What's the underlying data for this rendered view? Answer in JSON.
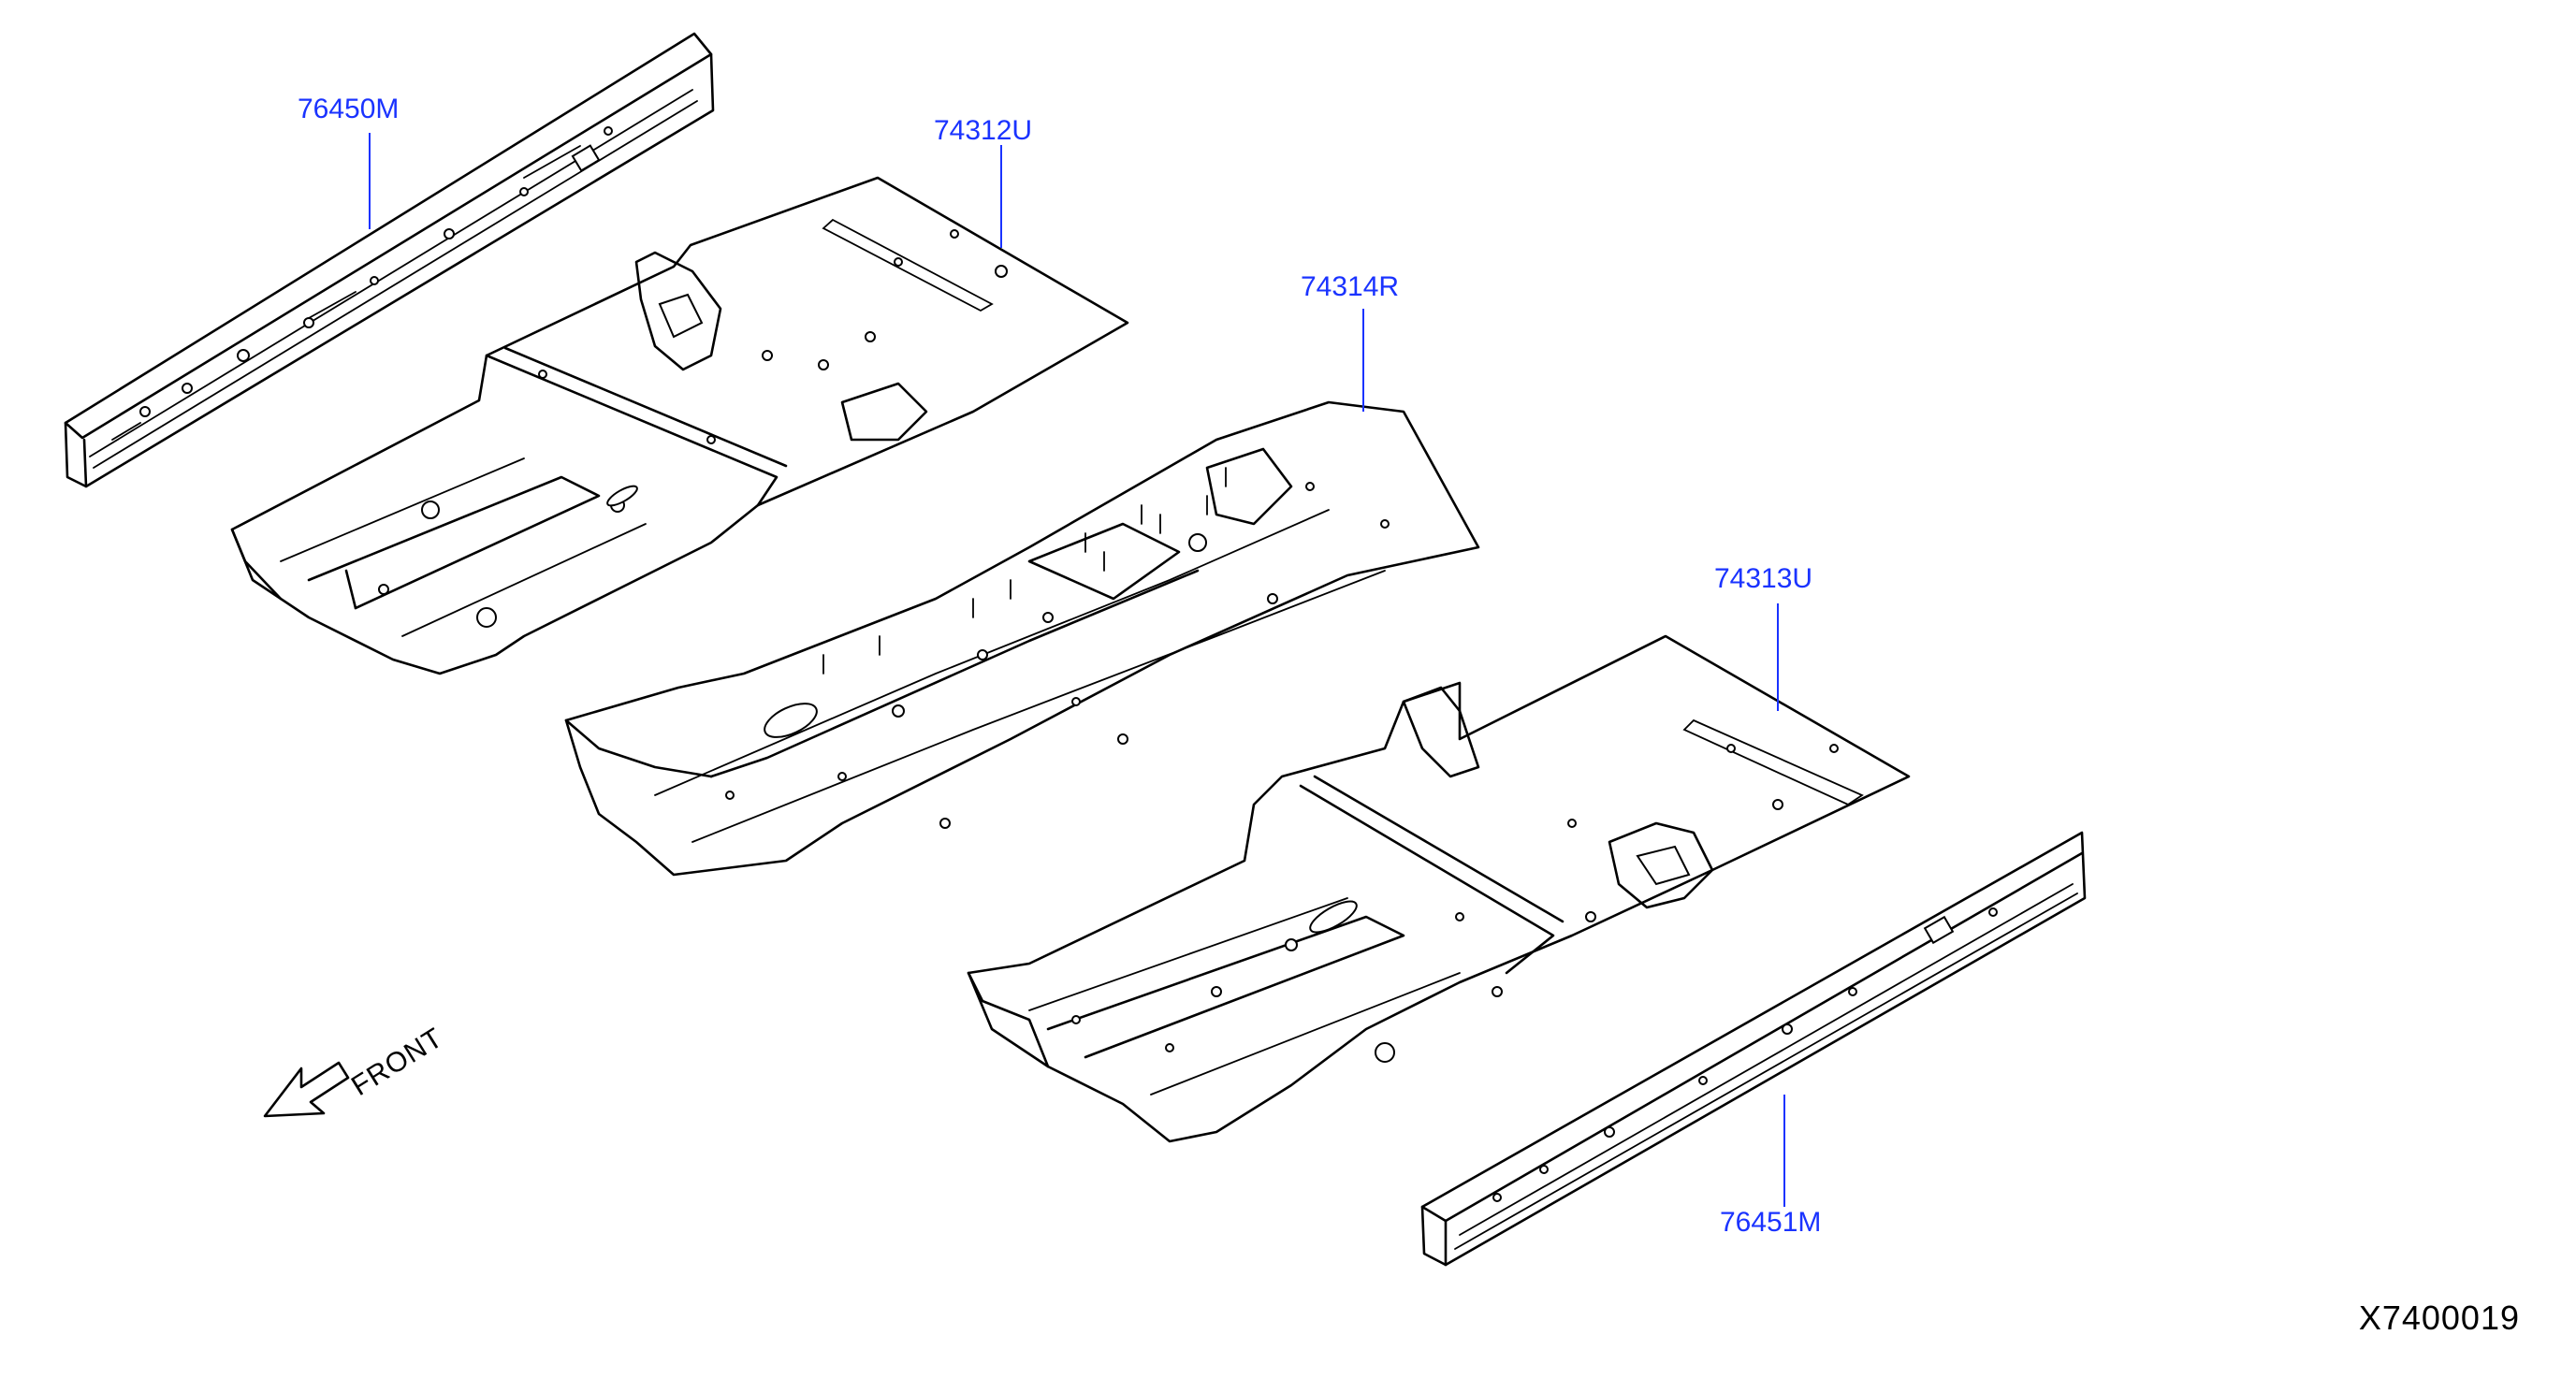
{
  "diagram": {
    "parts": [
      {
        "part_number": "76450M"
      },
      {
        "part_number": "74312U"
      },
      {
        "part_number": "74314R"
      },
      {
        "part_number": "74313U"
      },
      {
        "part_number": "76451M"
      }
    ],
    "direction_label": "FRONT",
    "diagram_id": "X7400019"
  },
  "colors": {
    "callout": "#1a33ff",
    "line": "#000000",
    "background": "#ffffff"
  },
  "icons": {
    "front_arrow": "front-arrow-icon"
  }
}
